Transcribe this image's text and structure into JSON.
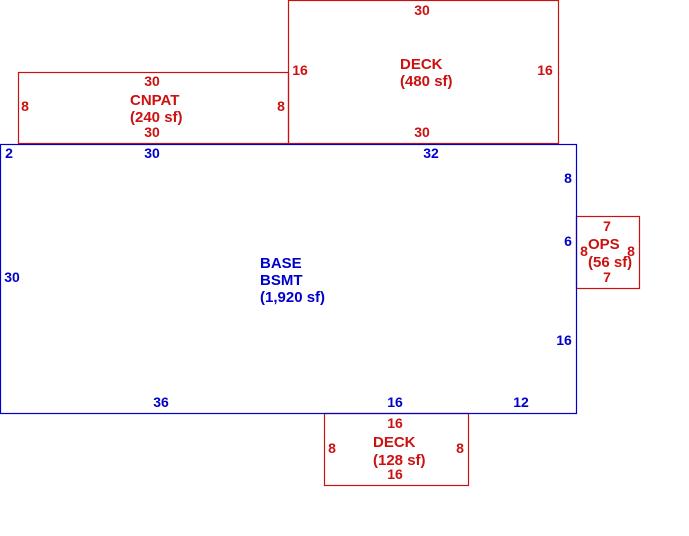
{
  "colors": {
    "addition": "#cc1111",
    "base": "#0000cc"
  },
  "base": {
    "name": "BASE",
    "subname": "BSMT",
    "area": "(1,920 sf)",
    "dims": {
      "top_left_stub": "2",
      "top_left": "30",
      "top_right": "32",
      "left": "30",
      "right_top": "8",
      "right_mid": "6",
      "right_bottom": "16",
      "bottom_left": "36",
      "bottom_mid": "16",
      "bottom_right": "12"
    }
  },
  "deck_top": {
    "name": "DECK",
    "area": "(480 sf)",
    "dims": {
      "top": "30",
      "left": "16",
      "right": "16",
      "bottom": "30"
    }
  },
  "cnpat": {
    "name": "CNPAT",
    "area": "(240 sf)",
    "dims": {
      "top": "30",
      "left": "8",
      "right": "8",
      "bottom": "30"
    }
  },
  "ops": {
    "name": "OPS",
    "area": "(56 sf)",
    "dims": {
      "top": "7",
      "left": "8",
      "right": "8",
      "bottom": "7"
    }
  },
  "deck_bottom": {
    "name": "DECK",
    "area": "(128 sf)",
    "dims": {
      "top": "16",
      "left": "8",
      "right": "8",
      "bottom": "16"
    }
  }
}
